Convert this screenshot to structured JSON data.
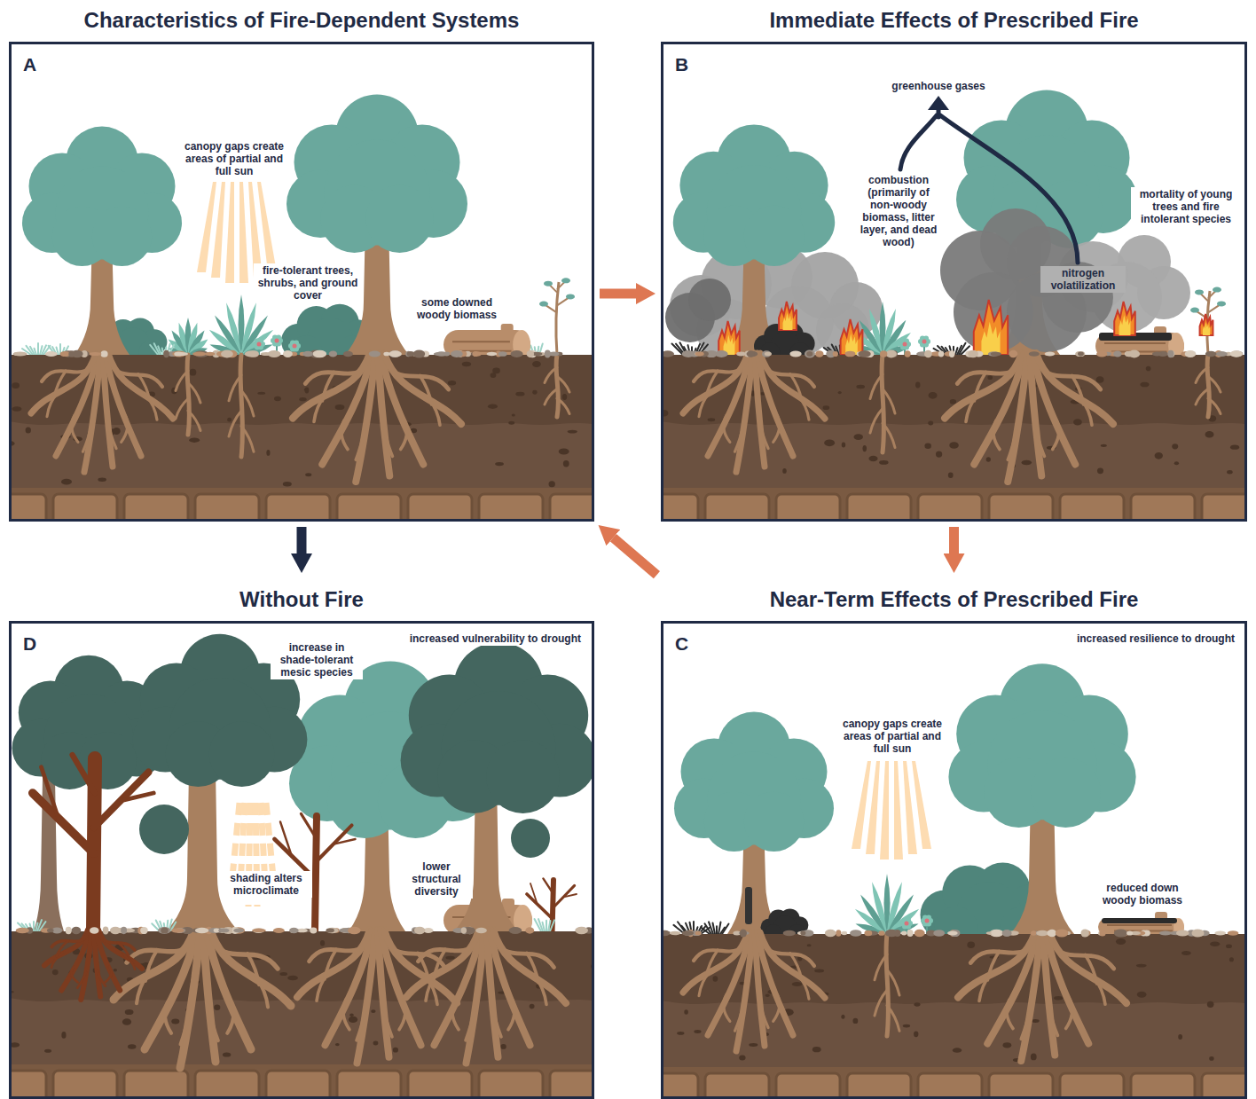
{
  "diagram": {
    "nodes": [
      {
        "text": [
          "Characteristics of Fire-Dependent Systems",
          "A"
        ]
      },
      {
        "text": [
          "Immediate Effects of Prescribed Fire",
          "B"
        ]
      },
      {
        "text": [
          "Without Fire",
          "D"
        ]
      },
      {
        "text": [
          "Near-Term Effects of Prescribed Fire",
          "C"
        ]
      }
    ],
    "edges": [
      {
        "from": 0,
        "to": 1,
        "arrow": "to"
      },
      {
        "from": 1,
        "to": 3,
        "arrow": "to"
      },
      {
        "from": 3,
        "to": 0,
        "arrow": "to"
      },
      {
        "from": 0,
        "to": 2,
        "arrow": "to"
      }
    ],
    "labels": [
      "canopy gaps create areas of partial and full sun",
      "fire-tolerant trees, shrubs, and ground cover",
      "some downed woody biomass",
      "greenhouse gases",
      "combustion (primarily of non-woody biomass, litter layer, and dead wood)",
      "nitrogen volatilization",
      "mortality of young trees and fire intolerant species",
      "increase in shade-tolerant mesic species",
      "increased vulnerability to drought",
      "shading alters microclimate",
      "lower structural diversity",
      "increased resilience to drought",
      "canopy gaps create areas of partial and full sun",
      "reduced down woody biomass"
    ]
  }
}
